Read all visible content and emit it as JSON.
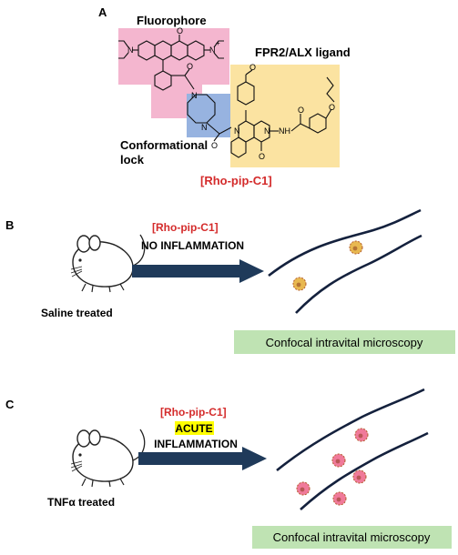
{
  "panels": {
    "a": {
      "letter": "A",
      "fluorophore_label": "Fluorophore",
      "ligand_label": "FPR2/ALX ligand",
      "lock_label_line1": "Conformational",
      "lock_label_line2": "lock",
      "compound_name": "[Rho-pip-C1]",
      "atoms": {
        "n": "N",
        "o": "O",
        "nh": "NH",
        "n_plus": "+"
      }
    },
    "b": {
      "letter": "B",
      "probe": "[Rho-pip-C1]",
      "condition": "NO INFLAMMATION",
      "treatment": "Saline treated",
      "imaging_label": "Confocal intravital microscopy",
      "cell_count": 2
    },
    "c": {
      "letter": "C",
      "probe": "[Rho-pip-C1]",
      "condition_highlight": "ACUTE",
      "condition": "INFLAMMATION",
      "treatment": "TNFα treated",
      "imaging_label": "Confocal intravital microscopy",
      "cell_count": 5
    }
  },
  "colors": {
    "fluorophore_box": "#f4b6cf",
    "lock_box": "#97b3e0",
    "ligand_box": "#fbe3a1",
    "probe_text": "#d42b2b",
    "arrow": "#1f3a5a",
    "imaging_box": "#bfe3b3",
    "highlight": "#ffff00",
    "saline_cell": "#e8b850",
    "tnf_cell": "#f07a9a"
  }
}
